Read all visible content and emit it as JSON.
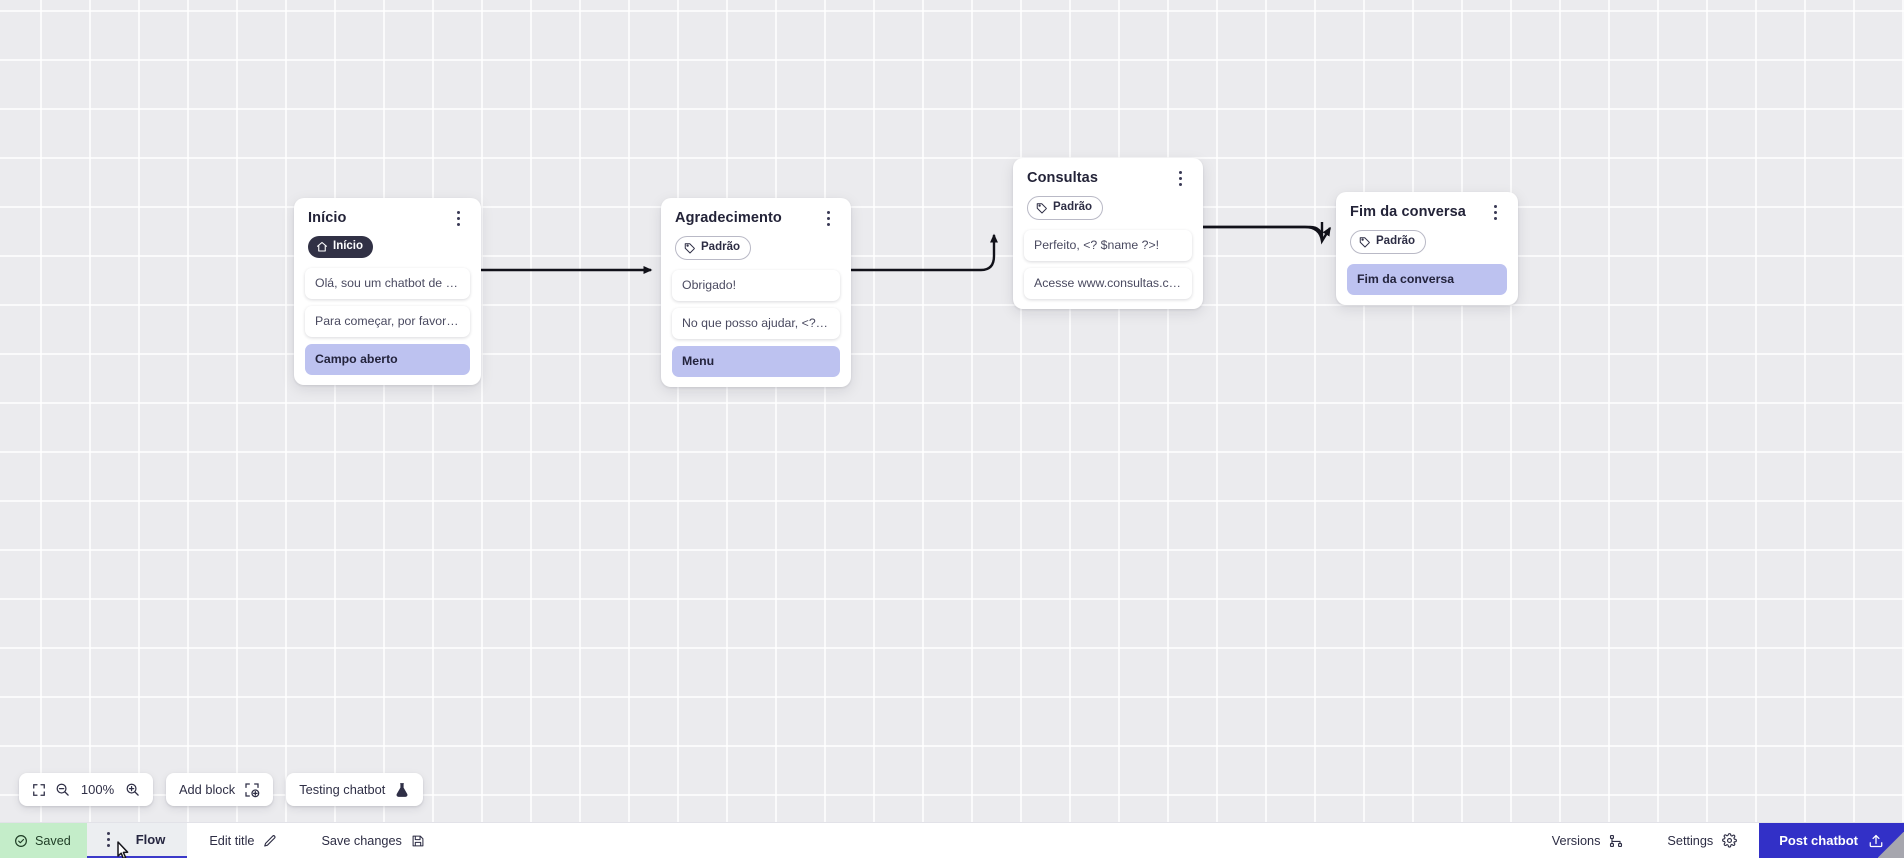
{
  "canvas": {
    "zoom_level": "100%",
    "grid": "dotted-grid"
  },
  "nodes": [
    {
      "id": "inicio",
      "title": "Início",
      "badge": {
        "label": "Início",
        "style": "dark",
        "icon": "home-icon"
      },
      "rows": [
        {
          "text": "Olá, sou um chatbot de teste!",
          "type": "message"
        },
        {
          "text": "Para começar, por favor digite o ...",
          "type": "message"
        },
        {
          "text": "Campo aberto",
          "type": "action"
        }
      ]
    },
    {
      "id": "agradecimento",
      "title": "Agradecimento",
      "badge": {
        "label": "Padrão",
        "style": "outline",
        "icon": "tag-icon"
      },
      "rows": [
        {
          "text": "Obrigado!",
          "type": "message"
        },
        {
          "text": "No que posso ajudar, <? $name ...",
          "type": "message"
        },
        {
          "text": "Menu",
          "type": "action"
        }
      ]
    },
    {
      "id": "consultas",
      "title": "Consultas",
      "badge": {
        "label": "Padrão",
        "style": "outline",
        "icon": "tag-icon"
      },
      "rows": [
        {
          "text": "Perfeito, <? $name ?>!",
          "type": "message"
        },
        {
          "text": "Acesse www.consultas.com par...",
          "type": "message"
        }
      ]
    },
    {
      "id": "fim-da-conversa",
      "title": "Fim da conversa",
      "badge": {
        "label": "Padrão",
        "style": "outline",
        "icon": "tag-icon"
      },
      "rows": [
        {
          "text": "Fim da conversa",
          "type": "action"
        }
      ]
    }
  ],
  "toolbar": {
    "fit_icon": "fit-screen-icon",
    "zoom_out_icon": "zoom-out-icon",
    "zoom_value": "100%",
    "zoom_in_icon": "zoom-in-icon",
    "add_block_label": "Add block",
    "add_block_icon": "add-block-icon",
    "testing_label": "Testing chatbot",
    "testing_icon": "flask-icon"
  },
  "statusbar": {
    "saved_label": "Saved",
    "saved_icon": "check-circle-icon",
    "flow_tab_label": "Flow",
    "flow_tab_kebab_icon": "kebab-icon",
    "edit_title_label": "Edit title",
    "edit_title_icon": "pencil-icon",
    "save_changes_label": "Save changes",
    "save_changes_icon": "floppy-icon",
    "versions_label": "Versions",
    "versions_icon": "branch-icon",
    "settings_label": "Settings",
    "settings_icon": "gear-icon",
    "post_label": "Post chatbot",
    "post_icon": "upload-icon"
  },
  "colors": {
    "canvas_bg": "#ebebee",
    "accent_blue": "#3230c7",
    "action_row": "#bdc2f0",
    "saved_green": "#c4edc9",
    "badge_dark": "#313145"
  }
}
